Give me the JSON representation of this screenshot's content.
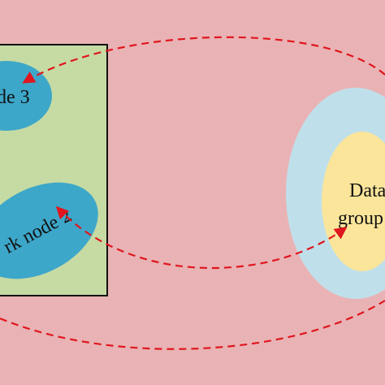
{
  "nodes": {
    "node_top": {
      "label": "de 3"
    },
    "node_bottom": {
      "label": "rk node 2"
    }
  },
  "group": {
    "label_line1": "Data",
    "label_line2": "group"
  },
  "colors": {
    "background": "#e9b3b5",
    "cluster_box": "#c6dba3",
    "cluster_border": "#111111",
    "work_node": "#3da7c9",
    "outer_group": "#bfe0ea",
    "data_group": "#fae59a",
    "arrow": "#e0161e"
  }
}
